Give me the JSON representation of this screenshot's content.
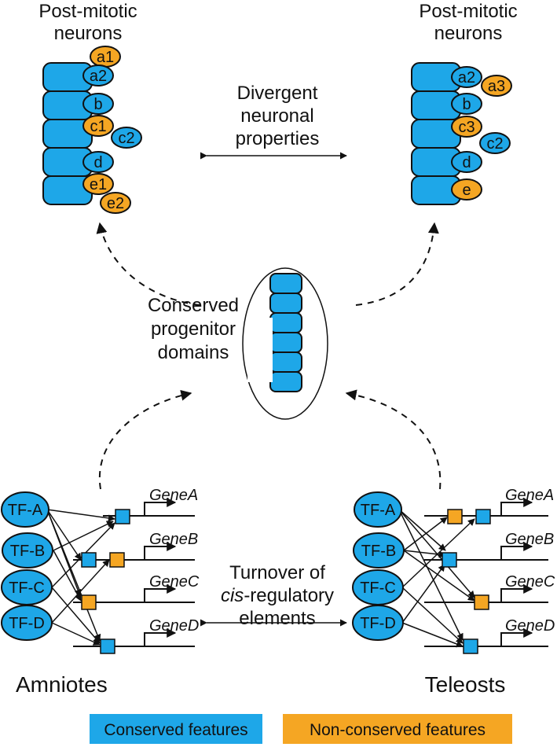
{
  "top_left": {
    "title": [
      "Post-mitotic",
      "neurons"
    ],
    "ovals": [
      {
        "label": "a1",
        "kind": "non-conserved"
      },
      {
        "label": "a2",
        "kind": "conserved"
      },
      {
        "label": "b",
        "kind": "conserved"
      },
      {
        "label": "c1",
        "kind": "non-conserved"
      },
      {
        "label": "c2",
        "kind": "conserved"
      },
      {
        "label": "d",
        "kind": "conserved"
      },
      {
        "label": "e1",
        "kind": "non-conserved"
      },
      {
        "label": "e2",
        "kind": "non-conserved"
      }
    ]
  },
  "top_right": {
    "title": [
      "Post-mitotic",
      "neurons"
    ],
    "ovals": [
      {
        "label": "a2",
        "kind": "conserved"
      },
      {
        "label": "a3",
        "kind": "non-conserved"
      },
      {
        "label": "b",
        "kind": "conserved"
      },
      {
        "label": "c3",
        "kind": "non-conserved"
      },
      {
        "label": "c2",
        "kind": "conserved"
      },
      {
        "label": "d",
        "kind": "conserved"
      },
      {
        "label": "e",
        "kind": "non-conserved"
      }
    ]
  },
  "divergent_label": [
    "Divergent",
    "neuronal",
    "properties"
  ],
  "center_label": [
    "Conserved",
    "progenitor",
    "domains"
  ],
  "turnover_label": [
    "Turnover of",
    "cis",
    "-regulatory",
    "elements"
  ],
  "left_grn": {
    "tfs": [
      "TF-A",
      "TF-B",
      "TF-C",
      "TF-D"
    ],
    "genes": [
      "GeneA",
      "GeneB",
      "GeneC",
      "GeneD"
    ],
    "caption": "Amniotes"
  },
  "right_grn": {
    "tfs": [
      "TF-A",
      "TF-B",
      "TF-C",
      "TF-D"
    ],
    "genes": [
      "GeneA",
      "GeneB",
      "GeneC",
      "GeneD"
    ],
    "caption": "Teleosts"
  },
  "legend": {
    "conserved": "Conserved features",
    "non_conserved": "Non-conserved features"
  },
  "colors": {
    "conserved": "#1ea7e8",
    "non_conserved": "#f5a623",
    "stroke": "#111111"
  }
}
